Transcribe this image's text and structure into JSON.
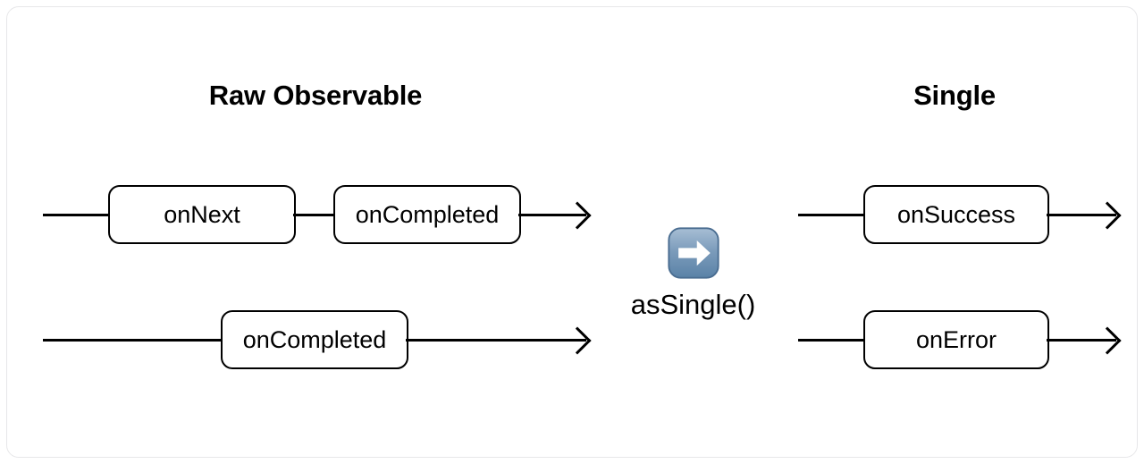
{
  "diagram": {
    "columns": {
      "left_title": "Raw Observable",
      "right_title": "Single"
    },
    "operator": {
      "label": "asSingle()",
      "icon": "right-arrow-emoji-icon",
      "icon_colors": {
        "gradient_top": "#9ab4ce",
        "gradient_bottom": "#5c84a8",
        "border": "#45688a",
        "glyph": "#ffffff"
      }
    },
    "streams": [
      {
        "side": "left",
        "row": 1,
        "nodes": [
          {
            "label": "onNext"
          },
          {
            "label": "onCompleted"
          }
        ]
      },
      {
        "side": "left",
        "row": 2,
        "nodes": [
          {
            "label": "onCompleted"
          }
        ]
      },
      {
        "side": "right",
        "row": 1,
        "nodes": [
          {
            "label": "onSuccess"
          }
        ]
      },
      {
        "side": "right",
        "row": 2,
        "nodes": [
          {
            "label": "onError"
          }
        ]
      }
    ],
    "style": {
      "stroke": "#000000",
      "fill": "#ffffff",
      "card_border": "#e7e7e9",
      "background": "#ffffff"
    }
  }
}
